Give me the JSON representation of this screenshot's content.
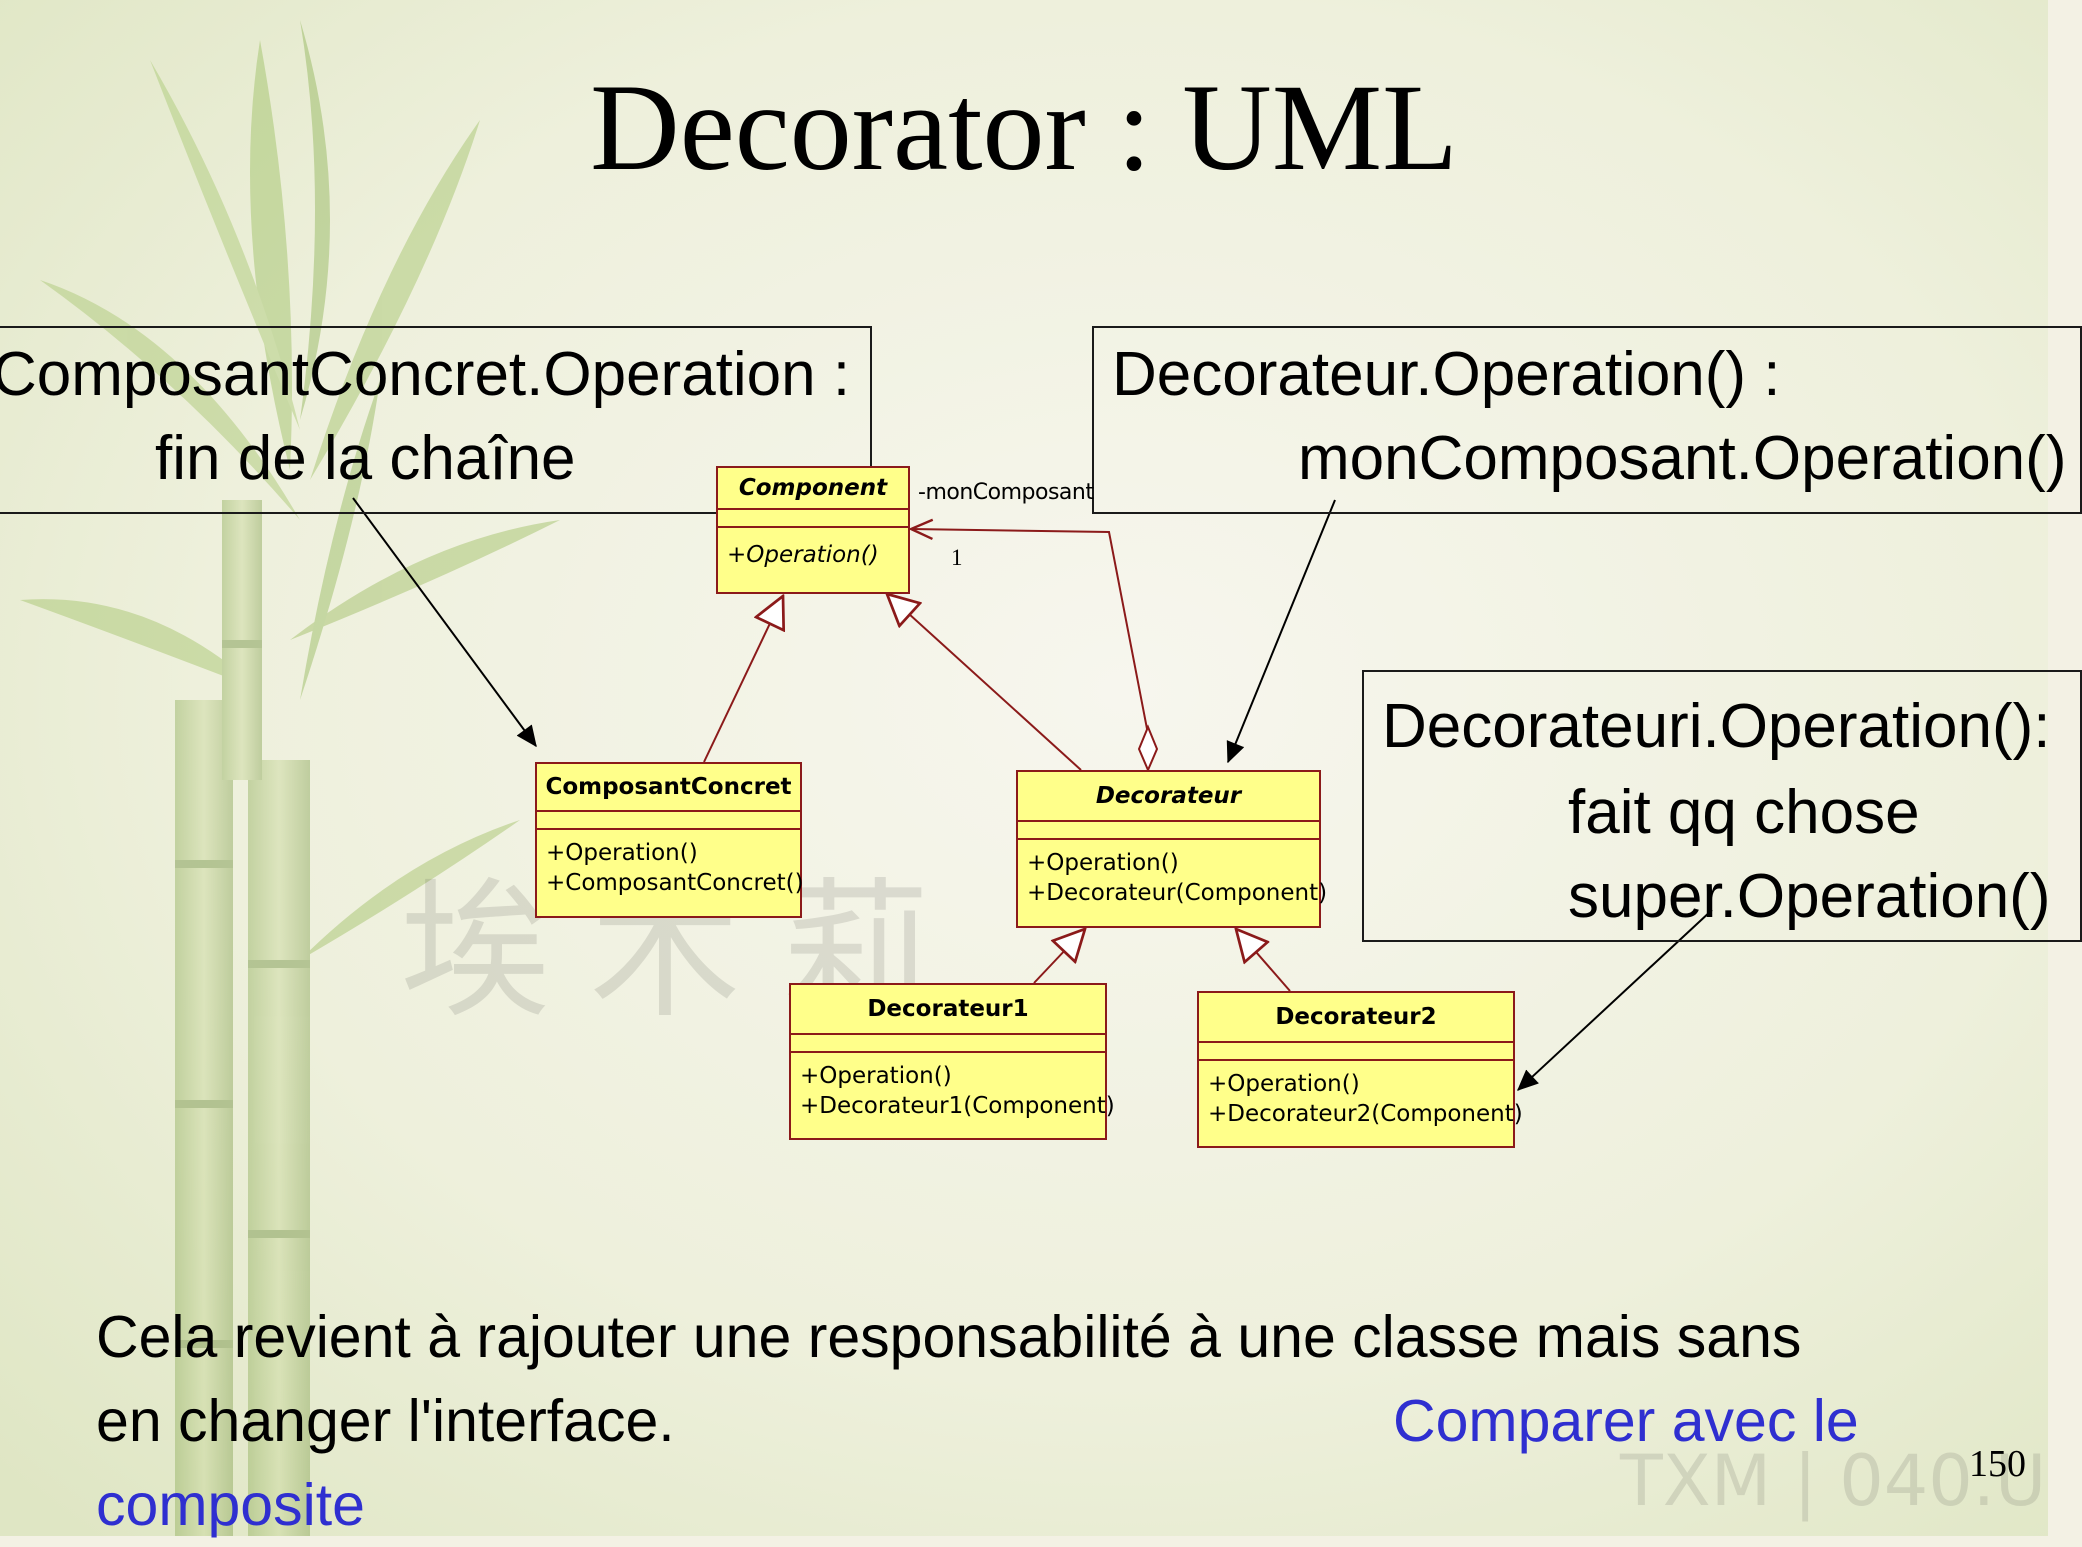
{
  "slide": {
    "title": "Decorator : UML",
    "page_number": "150"
  },
  "watermark": {
    "cjk": "埃木莉",
    "code": "TXM | 040.U"
  },
  "callouts": {
    "left": {
      "line1": "ComposantConcret.Operation :",
      "line2": "fin de la chaîne"
    },
    "right_top": {
      "line1": "Decorateur.Operation() :",
      "line2": "monComposant.Operation()"
    },
    "right_mid": {
      "line1": "Decorateuri.Operation():",
      "line2": "fait qq chose",
      "line3": "super.Operation()"
    }
  },
  "uml": {
    "component": {
      "name": "Component",
      "op1": "+Operation()"
    },
    "composant_concret": {
      "name": "ComposantConcret",
      "op1": "+Operation()",
      "op2": "+ComposantConcret()"
    },
    "decorateur": {
      "name": "Decorateur",
      "op1": "+Operation()",
      "op2": "+Decorateur(Component)"
    },
    "decorateur1": {
      "name": "Decorateur1",
      "op1": "+Operation()",
      "op2": "+Decorateur1(Component)"
    },
    "decorateur2": {
      "name": "Decorateur2",
      "op1": "+Operation()",
      "op2": "+Decorateur2(Component)"
    },
    "association": {
      "role": "-monComposant",
      "multiplicity": "1"
    }
  },
  "colors": {
    "class_fill": "#ffff8a",
    "class_border": "#8b1a1a",
    "link_text": "#2f2fd0"
  },
  "footer": {
    "line1": "Cela revient à rajouter une responsabilité à une classe mais sans",
    "line2": "en changer l'interface.",
    "link_part1": "Comparer avec le",
    "link_part2": "composite"
  }
}
